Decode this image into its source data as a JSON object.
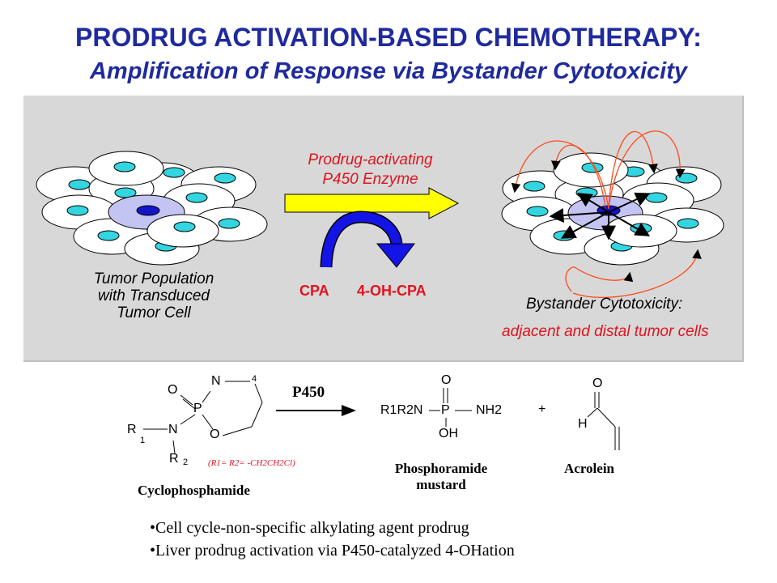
{
  "title": {
    "line1": "PRODRUG ACTIVATION-BASED CHEMOTHERAPY:",
    "line2": "Amplification of Response via Bystander Cytotoxicity"
  },
  "panel": {
    "tumor_label": [
      "Tumor Population",
      "with Transduced",
      "Tumor Cell"
    ],
    "enzyme_label": [
      "Prodrug-activating",
      "P450 Enzyme"
    ],
    "cpa": "CPA",
    "oh_cpa": "4-OH-CPA",
    "bystander_label": "Bystander Cytotoxicity:",
    "bystander_sublabel": "adjacent and distal tumor cells"
  },
  "reaction": {
    "arrow_label": "P450",
    "cyclophosphamide": {
      "name": "Cyclophosphamide",
      "atoms": {
        "O": "O",
        "P": "P",
        "N_ring": "N",
        "ring_pos": "4",
        "O_ring": "O",
        "N_amine": "N",
        "R1": "R",
        "R1_sub": "1",
        "R2": "R",
        "R2_sub": "2"
      },
      "r_definition": "(R1= R2= -CH2CH2Cl)"
    },
    "phosphoramide": {
      "name": [
        "Phosphoramide",
        "mustard"
      ],
      "atoms": {
        "O": "O",
        "R1R2N": "R1R2N",
        "P": "P",
        "NH2": "NH2",
        "OH": "OH"
      }
    },
    "plus": "+",
    "acrolein": {
      "name": "Acrolein",
      "atoms": {
        "O": "O",
        "H": "H"
      }
    }
  },
  "bullets": [
    "•Cell cycle-non-specific alkylating agent prodrug",
    "•Liver prodrug activation via P450-catalyzed 4-OHation"
  ],
  "colors": {
    "title": "#1f2a9e",
    "red_text": "#e0141e",
    "panel_bg": "#d8d8d8",
    "cell_fill": "#ffffff",
    "nucleus": "#33d6e0",
    "transduced_cell": "#c4c4f2",
    "transduced_nucleus": "#1414c8",
    "enzyme_arrow": "#ffff00",
    "curved_arrow": "#1414e6",
    "bystander_arrows": "#ff4a1a"
  }
}
